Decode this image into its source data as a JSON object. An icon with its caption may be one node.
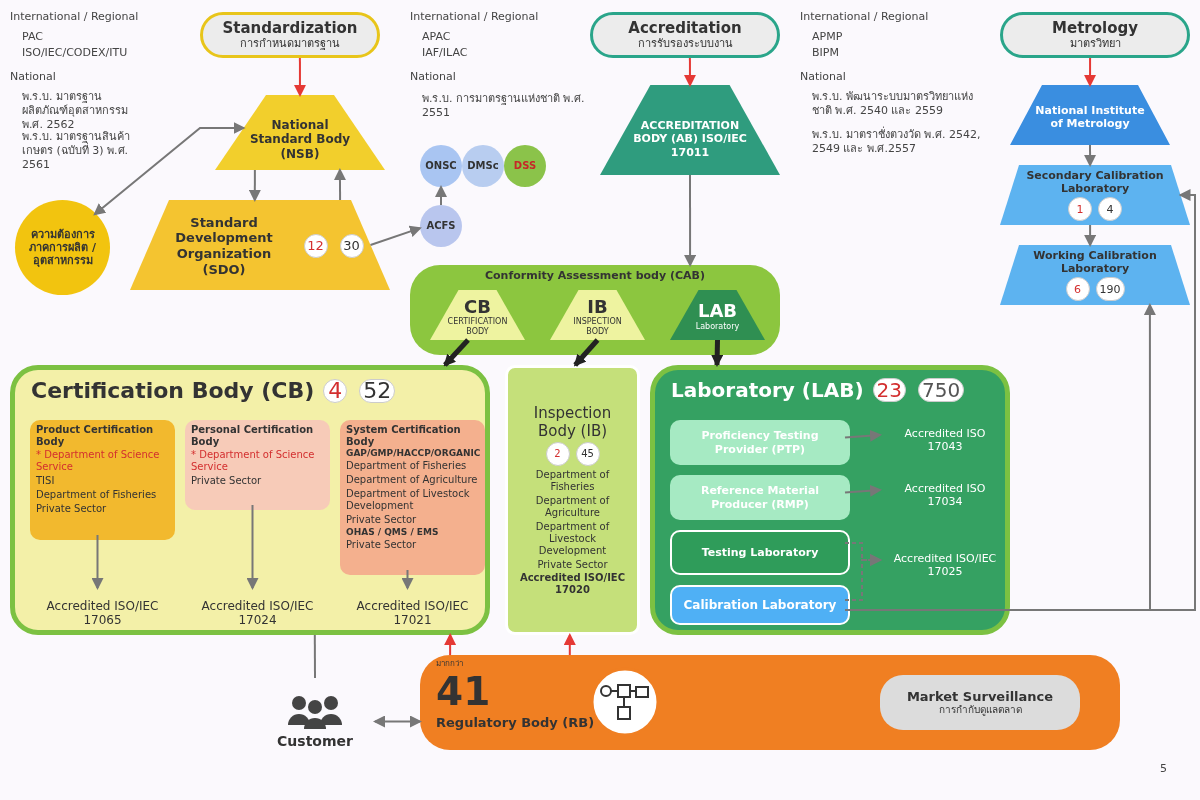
{
  "diagram": {
    "nodes": [
      {
        "text": [
          "Standardization",
          "การกำหนดมาตรฐาน"
        ]
      },
      {
        "text": [
          "National Standard Body (NSB)"
        ]
      },
      {
        "text": [
          "Standard Development Organization (SDO)",
          "12",
          "30"
        ]
      },
      {
        "text": [
          "ความต้องการภาคการผลิต / อุตสาหกรรม"
        ]
      },
      {
        "text": [
          "Accreditation",
          "การรับรองระบบงาน"
        ]
      },
      {
        "text": [
          "ACCREDITATION BODY (AB) ISO/IEC 17011"
        ]
      },
      {
        "text": [
          "ONSC"
        ]
      },
      {
        "text": [
          "DMSc"
        ]
      },
      {
        "text": [
          "DSS"
        ]
      },
      {
        "text": [
          "ACFS"
        ]
      },
      {
        "text": [
          "Metrology",
          "มาตรวิทยา"
        ]
      },
      {
        "text": [
          "National Institute of Metrology"
        ]
      },
      {
        "text": [
          "Secondary Calibration Laboratory",
          "1",
          "4"
        ]
      },
      {
        "text": [
          "Working Calibration Laboratory",
          "6",
          "190"
        ]
      },
      {
        "text": [
          "Conformity Assessment body (CAB)"
        ]
      },
      {
        "text": [
          "CB",
          "CERTIFICATION BODY"
        ],
        "in": 14
      },
      {
        "text": [
          "IB",
          "INSPECTION BODY"
        ],
        "in": 14
      },
      {
        "text": [
          "LAB",
          "Laboratory"
        ],
        "in": 14
      },
      {
        "text": [
          "Certification Body (CB)",
          "4",
          "52"
        ]
      },
      {
        "text": [
          "Product Certification Body",
          "* Department of Science Service",
          "TISI",
          "Department of Fisheries",
          "Private Sector"
        ],
        "in": 18
      },
      {
        "text": [
          "Personal Certification Body",
          "* Department of Science Service",
          "Private Sector"
        ],
        "in": 18
      },
      {
        "text": [
          "System Certification Body",
          "GAP/GMP/HACCP/ORGANIC",
          "Department of Fisheries",
          "Department of Agriculture",
          "Department of Livestock Development",
          "Private Sector",
          "OHAS / QMS / EMS",
          "Private Sector"
        ],
        "in": 18
      },
      {
        "text": [
          "Accredited ISO/IEC 17065"
        ],
        "in": 18
      },
      {
        "text": [
          "Accredited ISO/IEC 17024"
        ],
        "in": 18
      },
      {
        "text": [
          "Accredited ISO/IEC 17021"
        ],
        "in": 18
      },
      {
        "text": [
          "Inspection Body (IB)",
          "2",
          "45",
          "Department of Fisheries",
          "Department of Agriculture",
          "Department of Livestock Development",
          "Private Sector",
          "Accredited ISO/IEC 17020"
        ]
      },
      {
        "text": [
          "Laboratory (LAB)",
          "23",
          "750"
        ]
      },
      {
        "text": [
          "Proficiency Testing Provider (PTP)"
        ],
        "in": 26
      },
      {
        "text": [
          "Reference Material Producer (RMP)"
        ],
        "in": 26
      },
      {
        "text": [
          "Testing Laboratory"
        ],
        "in": 26
      },
      {
        "text": [
          "Calibration Laboratory"
        ],
        "in": 26
      },
      {
        "text": [
          "Accredited ISO 17043"
        ],
        "in": 26
      },
      {
        "text": [
          "Accredited ISO 17034"
        ],
        "in": 26
      },
      {
        "text": [
          "Accredited ISO/IEC 17025"
        ],
        "in": 26
      },
      {
        "text": [
          "มากกว่า",
          "41",
          "Regulatory Body (RB)"
        ]
      },
      {
        "text": [
          "Market Surveillance",
          "การกำกับดูแลตลาด"
        ],
        "in": 34
      },
      {
        "text": [
          "Customer"
        ]
      }
    ],
    "edges": [
      {
        "from": 0,
        "to": 1,
        "arrow": "to",
        "color": "#e53935"
      },
      {
        "from": 4,
        "to": 5,
        "arrow": "to",
        "color": "#e53935"
      },
      {
        "from": 10,
        "to": 11,
        "arrow": "to",
        "color": "#e53935"
      },
      {
        "from": 1,
        "to": 2,
        "arrow": "to"
      },
      {
        "from": 2,
        "to": 1,
        "arrow": "to"
      },
      {
        "from": 3,
        "to": 1,
        "arrow": "both"
      },
      {
        "from": 2,
        "to": 9,
        "arrow": "to"
      },
      {
        "from": 9,
        "to": 6,
        "arrow": "to"
      },
      {
        "from": 5,
        "to": 14,
        "arrow": "to"
      },
      {
        "from": 11,
        "to": 12,
        "arrow": "to"
      },
      {
        "from": 12,
        "to": 13,
        "arrow": "to"
      },
      {
        "from": 15,
        "to": 18,
        "arrow": "to",
        "style": "thick"
      },
      {
        "from": 16,
        "to": 25,
        "arrow": "to",
        "style": "thick"
      },
      {
        "from": 17,
        "to": 26,
        "arrow": "to",
        "style": "thick"
      },
      {
        "from": 19,
        "to": 22,
        "arrow": "to"
      },
      {
        "from": 20,
        "to": 23,
        "arrow": "to"
      },
      {
        "from": 21,
        "to": 24,
        "arrow": "to"
      },
      {
        "from": 27,
        "to": 31,
        "arrow": "to"
      },
      {
        "from": 28,
        "to": 32,
        "arrow": "to"
      },
      {
        "from": 29,
        "to": 33,
        "arrow": "to",
        "style": "dashed"
      },
      {
        "from": 30,
        "to": 33,
        "arrow": "to",
        "style": "dashed"
      },
      {
        "from": 30,
        "to": 12,
        "arrow": "to"
      },
      {
        "from": 30,
        "to": 13,
        "arrow": "to"
      },
      {
        "from": 34,
        "to": 18,
        "arrow": "to",
        "color": "#e53935"
      },
      {
        "from": 34,
        "to": 25,
        "arrow": "to",
        "color": "#e53935"
      },
      {
        "from": 36,
        "to": 34,
        "arrow": "both"
      },
      {
        "from": 36,
        "to": 18,
        "arrow": "none"
      }
    ],
    "labels": [
      "International / Regional",
      "PAC",
      "ISO/IEC/CODEX/ITU",
      "National",
      "พ.ร.บ. มาตรฐานผลิตภัณฑ์อุตสาหกรรม พ.ศ. 2562",
      "พ.ร.บ. มาตรฐานสินค้าเกษตร (ฉบับที่ 3) พ.ศ. 2561",
      "International / Regional",
      "APAC",
      "IAF/ILAC",
      "National",
      "พ.ร.บ. การมาตรฐานแห่งชาติ พ.ศ. 2551",
      "International / Regional",
      "APMP",
      "BIPM",
      "National",
      "พ.ร.บ. พัฒนาระบบมาตรวิทยาแห่งชาติ พ.ศ. 2540 และ 2559",
      "พ.ร.บ. มาตราชั่งตวงวัด พ.ศ. 2542, 2549 และ พ.ศ.2557",
      "5"
    ]
  }
}
